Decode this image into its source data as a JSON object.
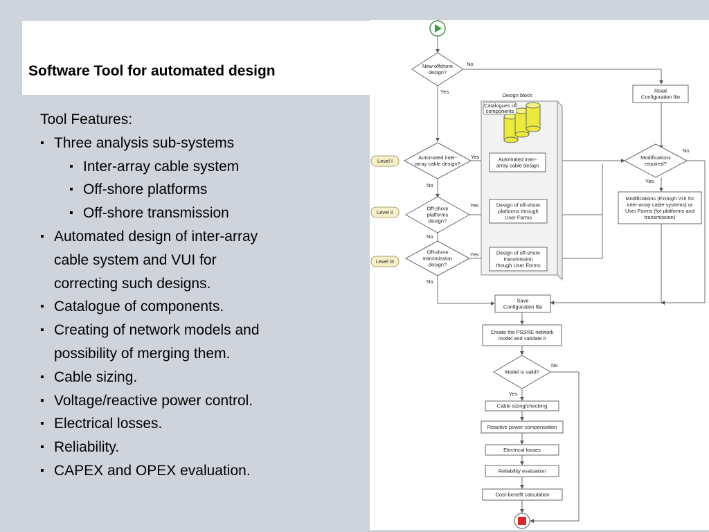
{
  "title": "Software Tool for automated design",
  "features": {
    "header": "Tool Features:",
    "items": [
      {
        "text": "Three analysis sub-systems",
        "level": 1
      },
      {
        "text": "Inter-array cable system",
        "level": 2
      },
      {
        "text": "Off-shore platforms",
        "level": 2
      },
      {
        "text": "Off-shore transmission",
        "level": 2
      },
      {
        "text": "Automated design of inter-array",
        "level": 1,
        "cont": [
          "cable system and VUI for",
          "correcting such designs."
        ]
      },
      {
        "text": "Catalogue of components.",
        "level": 1
      },
      {
        "text": "Creating of network models and",
        "level": 1,
        "cont": [
          "possibility of merging them."
        ]
      },
      {
        "text": "Cable sizing.",
        "level": 1
      },
      {
        "text": "Voltage/reactive power control.",
        "level": 1
      },
      {
        "text": "Electrical losses.",
        "level": 1
      },
      {
        "text": "Reliability.",
        "level": 1
      },
      {
        "text": "CAPEX and OPEX evaluation.",
        "level": 1
      }
    ]
  },
  "flowchart": {
    "decision_new": [
      "New offshore",
      "design?"
    ],
    "read_config": [
      "Read",
      "Configuration file"
    ],
    "design_block": "Design block",
    "catalogues": [
      "Catalogues of",
      "components"
    ],
    "level1": "Level I",
    "level2": "Level II",
    "level3": "Level III",
    "decision_auto": [
      "Automated inter-",
      "array cable design?"
    ],
    "decision_platforms": [
      "Off-shore",
      "platforms",
      "design?"
    ],
    "decision_transmission": [
      "Off-shore",
      "transmission",
      "design?"
    ],
    "box_auto": [
      "Automated inter-",
      "array cable design"
    ],
    "box_platforms": [
      "Design of off-shore",
      "platforms through",
      "User Forms"
    ],
    "box_transmission": [
      "Design of off-shore",
      "transmission",
      "though User Forms"
    ],
    "decision_mods": [
      "Modifications",
      "required?"
    ],
    "box_mods": [
      "Modifications (through VUI for",
      "inter-array cable systems) or",
      "User Forms (for platforms and",
      "transmission)"
    ],
    "save_config": [
      "Save",
      "Configuration file"
    ],
    "create_network": [
      "Create the PSS®E network",
      "model and validate it"
    ],
    "decision_valid": "Model is valid?",
    "cable_sizing": "Cable sizing/checking",
    "reactive": "Reactive power compensation",
    "losses": "Electrical losses",
    "reliability": "Reliability evaluation",
    "cost": "Cost-benefit calculation",
    "yes": "Yes",
    "no": "No"
  }
}
